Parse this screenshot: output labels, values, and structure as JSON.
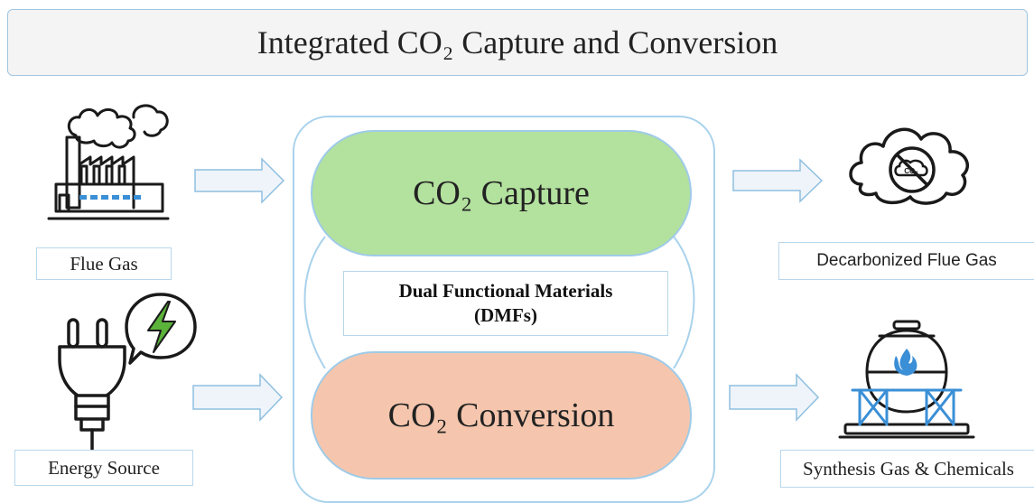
{
  "title": "Integrated CO₂ Capture and Conversion",
  "inputs": {
    "flue_gas_label": "Flue Gas",
    "energy_source_label": "Energy Source"
  },
  "center": {
    "capture_label": "CO₂ Capture",
    "conversion_label": "CO₂ Conversion",
    "dmf_line1": "Dual Functional Materials",
    "dmf_line2": "(DMFs)"
  },
  "outputs": {
    "decarbonized_label": "Decarbonized Flue Gas",
    "synthesis_label": "Synthesis Gas & Chemicals",
    "co2_badge_text": "CO₂"
  },
  "icons": [
    "factory-icon",
    "plug-icon",
    "lightning-speech-icon",
    "cloud-no-co2-icon",
    "gas-tank-icon"
  ],
  "colors": {
    "capture_fill": "#b3e19e",
    "conversion_fill": "#f5c6ad",
    "border_blue": "#a9d2ec",
    "arrow_fill": "#eef4fa",
    "icon_stroke": "#1a1a1a",
    "icon_accent": "#3a8fd6",
    "lightning_green": "#5bb33b"
  }
}
